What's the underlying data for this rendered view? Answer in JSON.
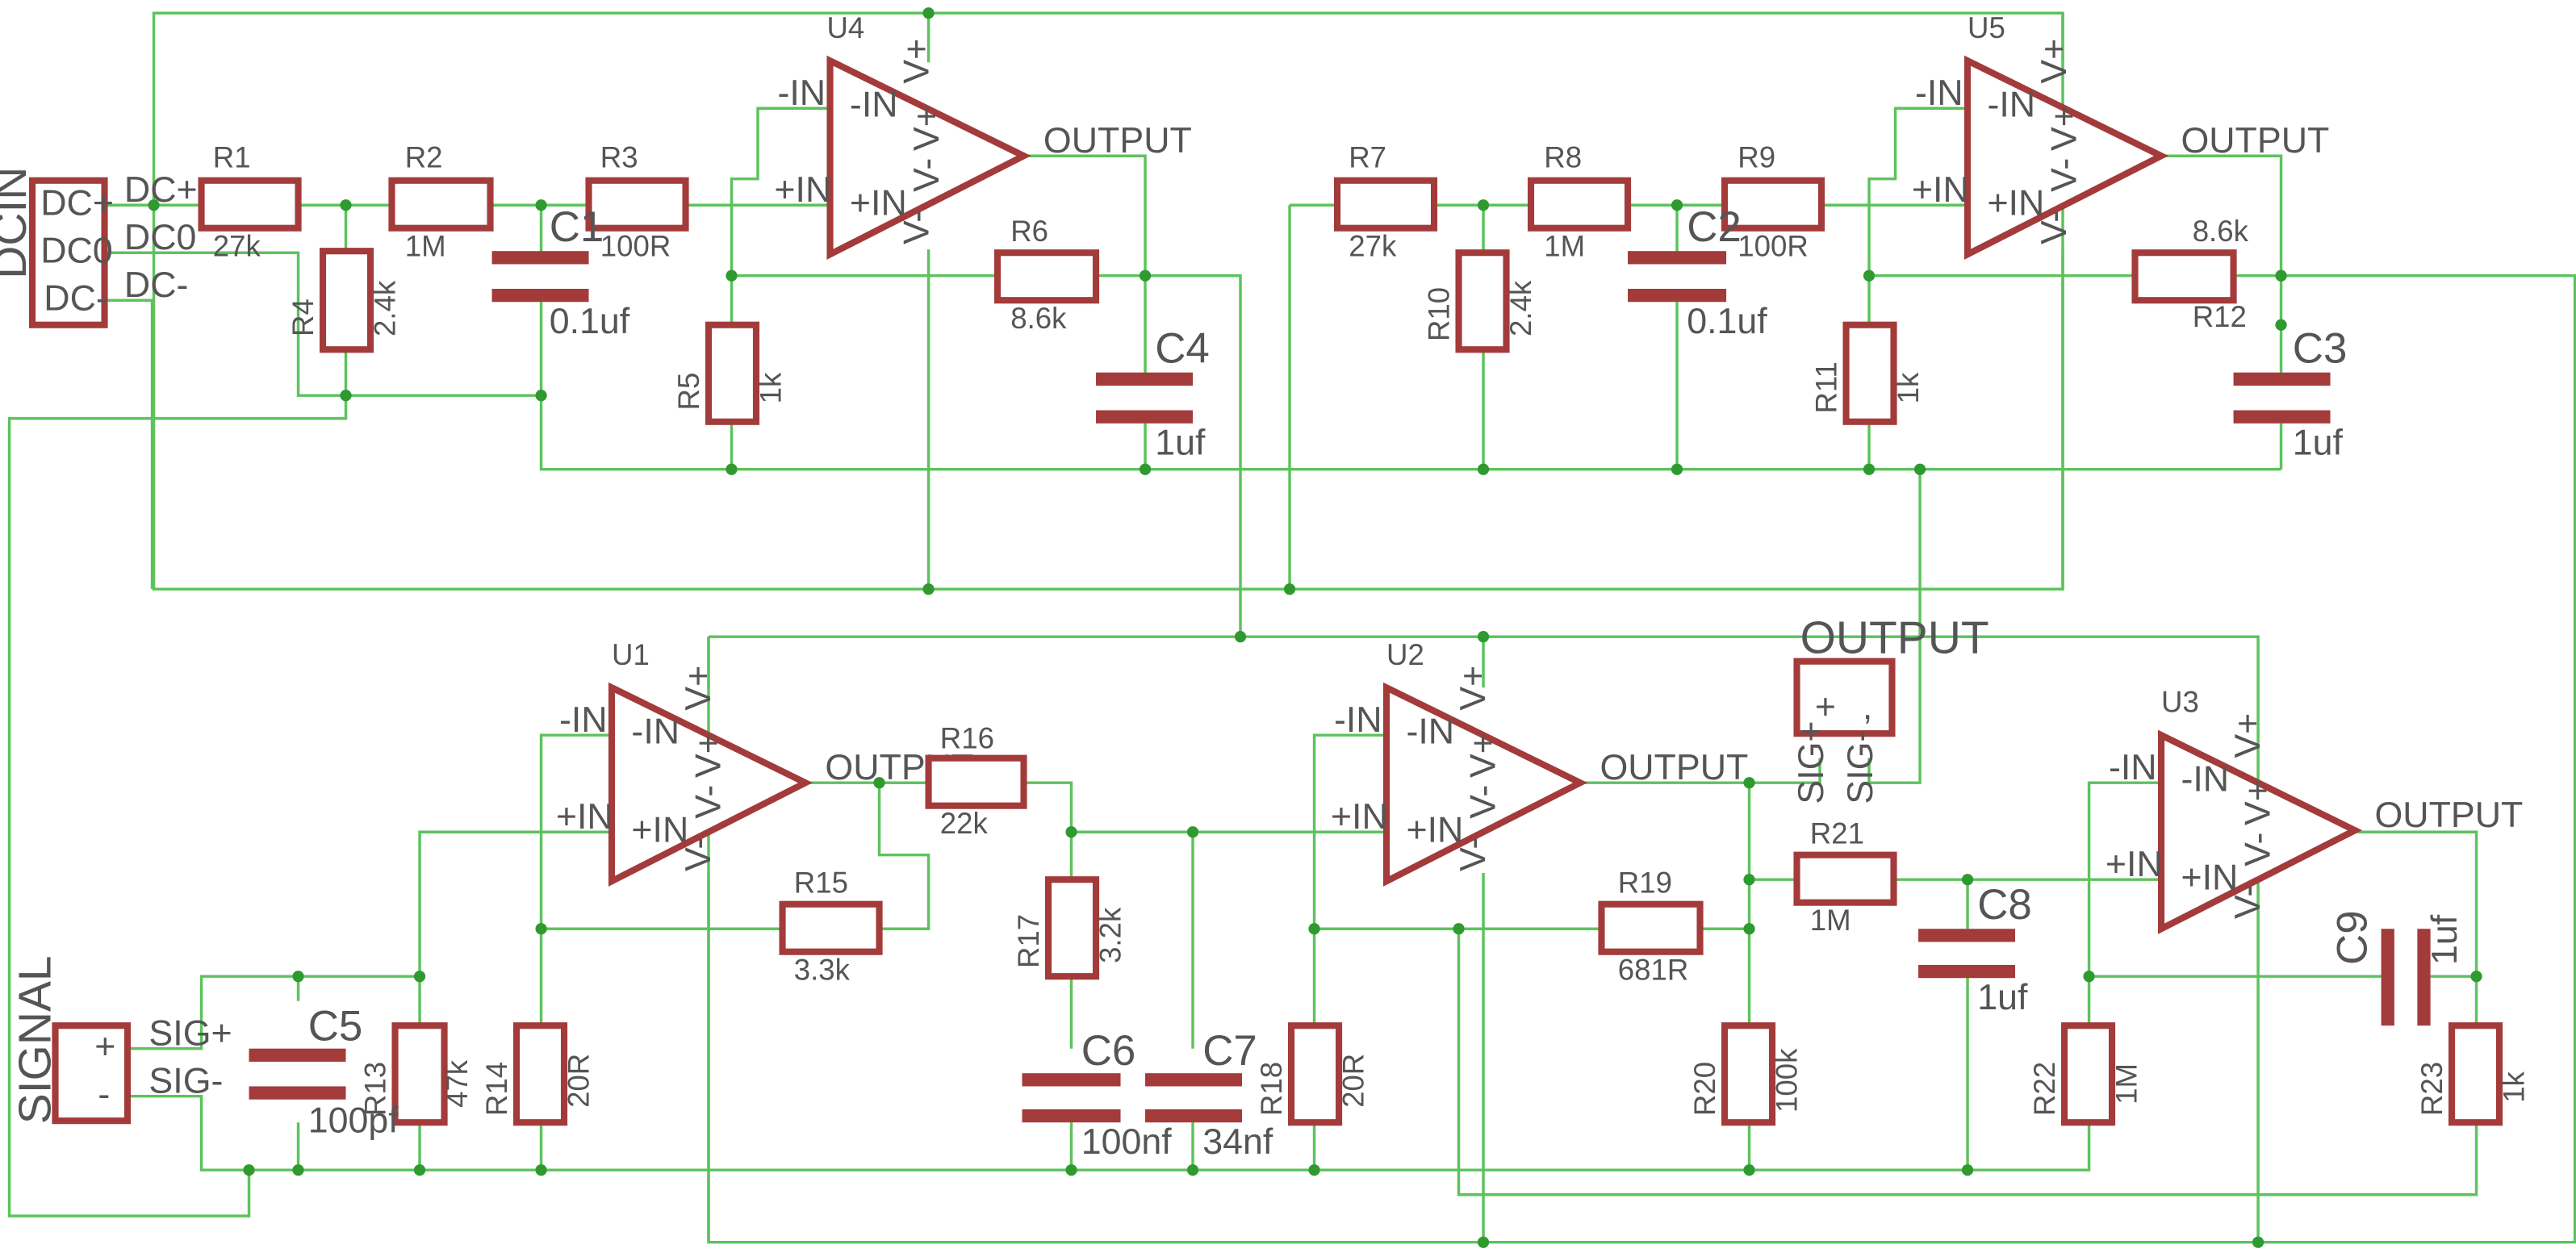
{
  "colors": {
    "wire": "#5cc35c",
    "part": "#a33b3b",
    "junction": "#2f9a2f",
    "text": "#555555"
  },
  "opamps": [
    {
      "ref": "U4",
      "in_minus": "-IN",
      "in_plus": "+IN",
      "output": "OUTPUT",
      "vplus": "V+",
      "vminus": "V-"
    },
    {
      "ref": "U5",
      "in_minus": "-IN",
      "in_plus": "+IN",
      "output": "OUTPUT",
      "vplus": "V+",
      "vminus": "V-"
    },
    {
      "ref": "U1",
      "in_minus": "-IN",
      "in_plus": "+IN",
      "output": "OUTPUT",
      "vplus": "V+",
      "vminus": "V-"
    },
    {
      "ref": "U2",
      "in_minus": "-IN",
      "in_plus": "+IN",
      "output": "OUTPUT",
      "vplus": "V+",
      "vminus": "V-"
    },
    {
      "ref": "U3",
      "in_minus": "-IN",
      "in_plus": "+IN",
      "output": "OUTPUT",
      "vplus": "V+",
      "vminus": "V-"
    }
  ],
  "resistors": [
    {
      "ref": "R1",
      "value": "27k"
    },
    {
      "ref": "R2",
      "value": "1M"
    },
    {
      "ref": "R3",
      "value": "100R"
    },
    {
      "ref": "R4",
      "value": "2.4k"
    },
    {
      "ref": "R5",
      "value": "1k"
    },
    {
      "ref": "R6",
      "value": "8.6k"
    },
    {
      "ref": "R7",
      "value": "27k"
    },
    {
      "ref": "R8",
      "value": "1M"
    },
    {
      "ref": "R9",
      "value": "100R"
    },
    {
      "ref": "R10",
      "value": "2.4k"
    },
    {
      "ref": "R11",
      "value": "1k"
    },
    {
      "ref": "R12",
      "value": "8.6k"
    },
    {
      "ref": "R13",
      "value": "47k"
    },
    {
      "ref": "R14",
      "value": "20R"
    },
    {
      "ref": "R15",
      "value": "3.3k"
    },
    {
      "ref": "R16",
      "value": "22k"
    },
    {
      "ref": "R17",
      "value": "3.2k"
    },
    {
      "ref": "R18",
      "value": "20R"
    },
    {
      "ref": "R19",
      "value": "681R"
    },
    {
      "ref": "R20",
      "value": "100k"
    },
    {
      "ref": "R21",
      "value": "1M"
    },
    {
      "ref": "R22",
      "value": "1M"
    },
    {
      "ref": "R23",
      "value": "1k"
    }
  ],
  "capacitors": [
    {
      "ref": "C1",
      "value": "0.1uf"
    },
    {
      "ref": "C2",
      "value": "0.1uf"
    },
    {
      "ref": "C3",
      "value": "1uf"
    },
    {
      "ref": "C4",
      "value": "1uf"
    },
    {
      "ref": "C5",
      "value": "100pf"
    },
    {
      "ref": "C6",
      "value": "100nf"
    },
    {
      "ref": "C7",
      "value": "34nf"
    },
    {
      "ref": "C8",
      "value": "1uf"
    },
    {
      "ref": "C9",
      "value": "1uf"
    }
  ],
  "connectors": {
    "dcin": {
      "name": "DCIN",
      "pins": [
        "DC+",
        "DC0",
        "DC-"
      ],
      "nets": [
        "DC+",
        "DC0",
        "DC-"
      ]
    },
    "signal": {
      "name": "SIGNAL",
      "pins": [
        "+",
        "-"
      ],
      "nets": [
        "SIG+",
        "SIG-"
      ]
    },
    "output": {
      "name": "OUTPUT",
      "pins": [
        "+",
        ","
      ],
      "nets": [
        "SIG+",
        "SIG-"
      ]
    }
  }
}
